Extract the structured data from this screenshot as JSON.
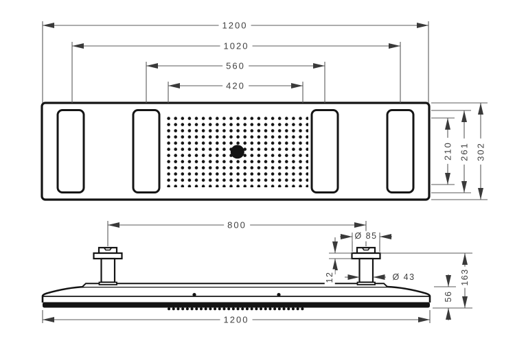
{
  "drawing": {
    "type": "technical-dimension-drawing",
    "subject": "overhead shower with four spray panels and central jet field, plan view and side elevation",
    "colors": {
      "background": "#ffffff",
      "body_line": "#141414",
      "dim_line": "#5a5a5a",
      "dim_text": "#3f3f3f"
    }
  },
  "dims": {
    "overall_width_top": "1200",
    "outer_panel_centers": "1020",
    "inner_panel_centers": "560",
    "spray_field_width": "420",
    "spray_field_height": "210",
    "panel_length": "261",
    "overall_depth": "302",
    "connector_spacing": "800",
    "flange_diameter": "Ø 85",
    "flange_height": "12",
    "pipe_diameter": "Ø 43",
    "overall_height": "163",
    "body_thickness": "56",
    "overall_width_bottom": "1200"
  }
}
